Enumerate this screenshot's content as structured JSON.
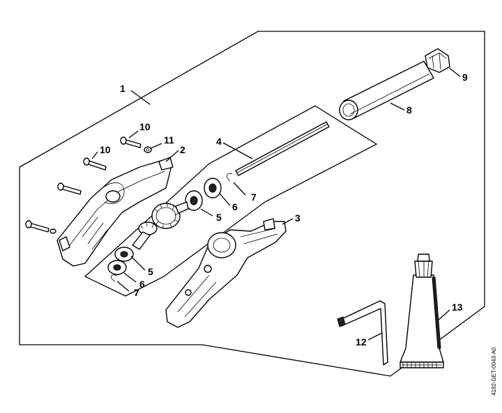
{
  "callouts": {
    "c1": "1",
    "c2": "2",
    "c3": "3",
    "c4": "4",
    "c5a": "5",
    "c5b": "5",
    "c6a": "6",
    "c6b": "6",
    "c7a": "7",
    "c7b": "7",
    "c8": "8",
    "c9": "9",
    "c10a": "10",
    "c10b": "10",
    "c11": "11",
    "c12": "12",
    "c13": "13"
  },
  "document_id": "4182-GET-0043-A0"
}
